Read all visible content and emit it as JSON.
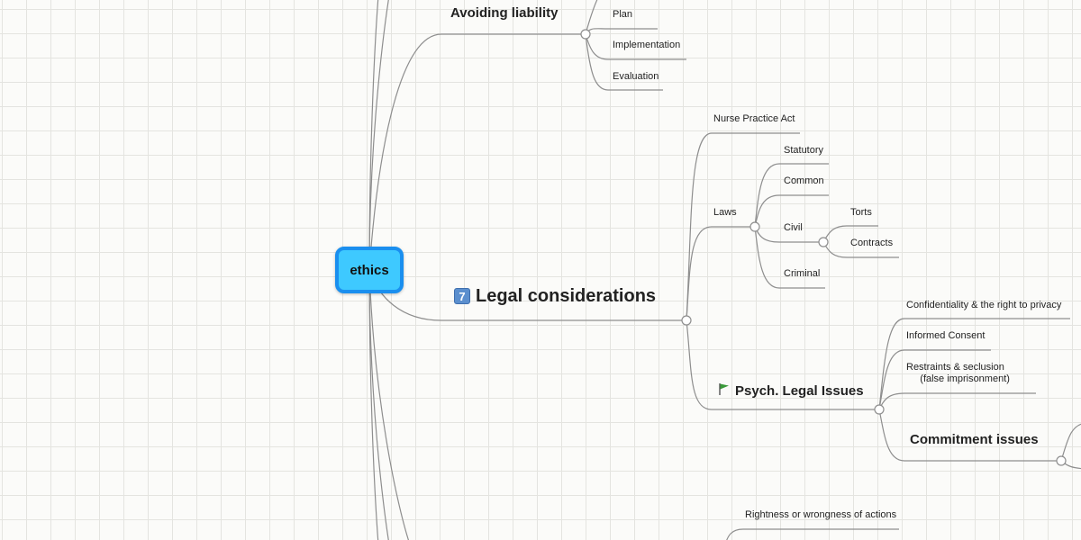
{
  "root": {
    "label": "ethics"
  },
  "avoiding_liability": {
    "title": "Avoiding liability",
    "items": [
      "Plan",
      "Implementation",
      "Evaluation"
    ]
  },
  "legal": {
    "badge": "7",
    "title": "Legal considerations",
    "nurse_practice_act": "Nurse Practice Act",
    "laws": {
      "label": "Laws",
      "statutory": "Statutory",
      "common": "Common",
      "civil": {
        "label": "Civil",
        "torts": "Torts",
        "contracts": "Contracts"
      },
      "criminal": "Criminal"
    },
    "psych": {
      "label": "Psych. Legal Issues",
      "confidentiality": "Confidentiality & the right to privacy",
      "informed_consent": "Informed Consent",
      "restraints": "Restraints & seclusion\n     (false imprisonment)",
      "commitment": "Commitment issues"
    }
  },
  "bottom_branch": {
    "rightness": "Rightness or wrongness of actions"
  },
  "colors": {
    "line": "#8e8e8e",
    "root_fill": "#3ec9ff",
    "root_border": "#1a8fef",
    "flag": "#3a9a3a",
    "badge": "#5b8fce"
  },
  "icons": {
    "legal_badge": "keycap-seven-icon",
    "psych_flag": "green-flag-icon"
  }
}
